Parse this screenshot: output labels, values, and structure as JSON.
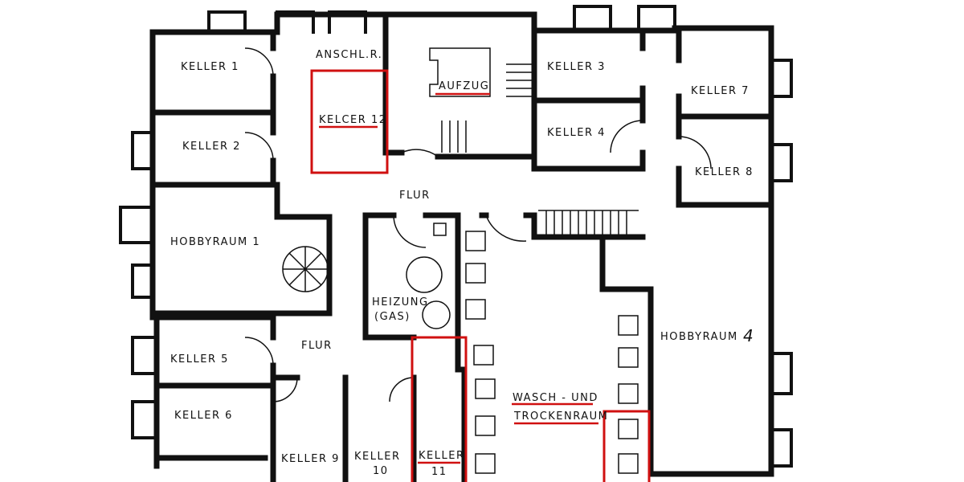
{
  "plan": {
    "rooms": {
      "keller1": "KELLER 1",
      "keller2": "KELLER 2",
      "hobbyraum1": "HOBBYRAUM  1",
      "keller5": "KELLER 5",
      "keller6": "KELLER 6",
      "anschlr": "ANSCHL.R.",
      "keller12": "KELCER 12",
      "aufzug": "AUFZUG",
      "keller3": "KELLER  3",
      "keller4": "KELLER 4",
      "keller7": "KELLER 7",
      "keller8": "KELLER 8",
      "flur_top": "FLUR",
      "flur_left": "FLUR",
      "heizung_1": "HEIZUNG",
      "heizung_2": "(GAS)",
      "keller9": "KELLER 9",
      "keller10_1": "KELLER",
      "keller10_2": "10",
      "keller11_1": "KELLER",
      "keller11_2": "11",
      "wasch_1": "WASCH - UND",
      "wasch_2": "TROCKENRAUM",
      "hobbyraum4": "HOBBYRAUM",
      "hobbyraum4_num": "4"
    },
    "highlight_color": "#d01010"
  }
}
